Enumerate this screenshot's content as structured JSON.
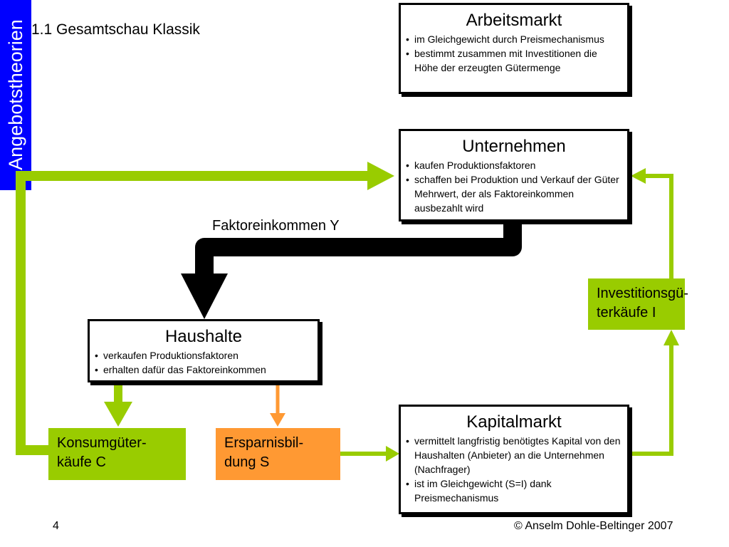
{
  "side_label": "Angebotstheorien",
  "slide_title": "1.1 Gesamtschau Klassik",
  "boxes": {
    "arbeitsmarkt": {
      "title": "Arbeitsmarkt",
      "bullets": [
        "im Gleichgewicht durch Preismechanismus",
        "bestimmt zusammen mit Investitionen die Höhe der erzeugten Gütermenge"
      ]
    },
    "unternehmen": {
      "title": "Unternehmen",
      "bullets": [
        "kaufen Produktionsfaktoren",
        "schaffen bei Produktion und Verkauf der Güter Mehrwert, der als Faktoreinkommen ausbezahlt wird"
      ]
    },
    "haushalte": {
      "title": "Haushalte",
      "bullets": [
        "verkaufen Produktionsfaktoren",
        "erhalten dafür das Faktoreinkommen"
      ]
    },
    "kapitalmarkt": {
      "title": "Kapitalmarkt",
      "bullets": [
        "vermittelt langfristig benötigtes Kapital von den Haushalten (Anbieter) an die Unternehmen (Nachfrager)",
        "ist im Gleichgewicht (S=I) dank Preismechanismus"
      ]
    }
  },
  "flows": {
    "faktoreinkommen": "Faktoreinkommen Y",
    "investitionen": "Investitionsgü-terkäufe I",
    "konsum": "Konsumgüter-käufe C",
    "ersparnis": "Ersparnisbil-dung S"
  },
  "footer": {
    "page": "4",
    "copyright": "© Anselm Dohle-Beltinger 2007"
  },
  "colors": {
    "blue": "#0000ff",
    "green": "#99cc00",
    "orange": "#ff9933",
    "black": "#000000"
  }
}
